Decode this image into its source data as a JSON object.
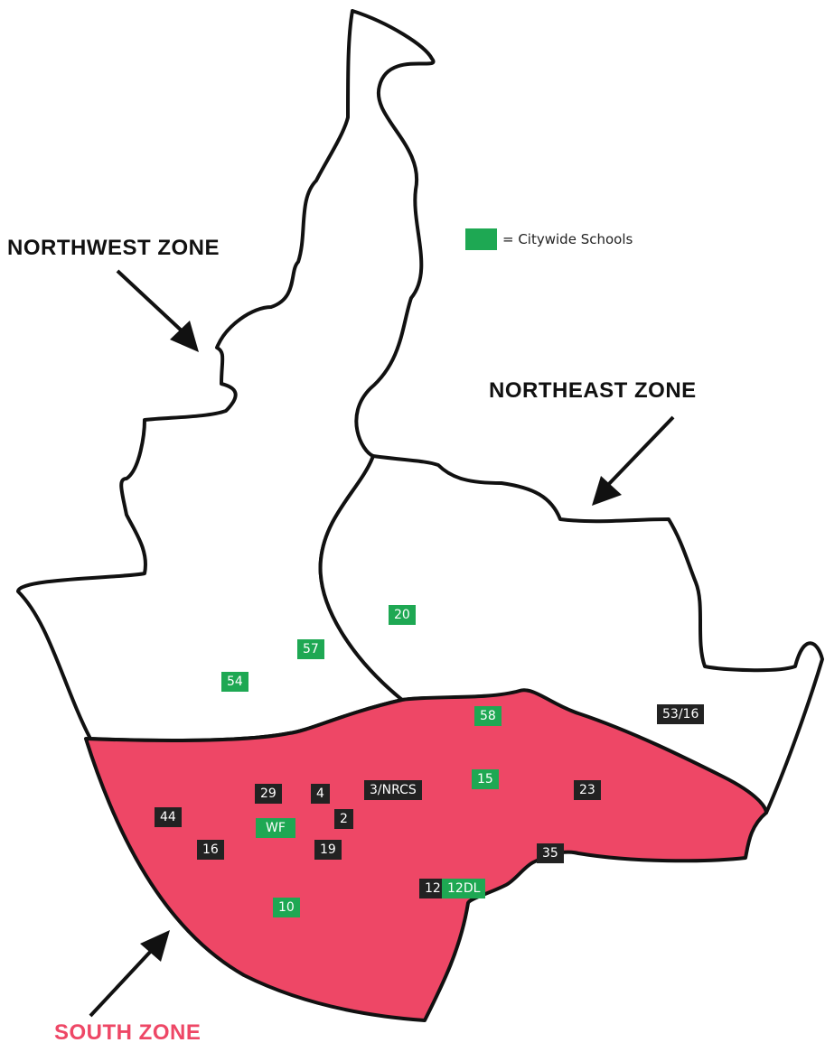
{
  "colors": {
    "citywide": "#1ea853",
    "zone_school": "#222222",
    "south_fill": "#ee4766",
    "south_label": "#ee4766",
    "zone_label": "#111111"
  },
  "zones": {
    "northwest": "NORTHWEST ZONE",
    "northeast": "NORTHEAST ZONE",
    "south": "SOUTH ZONE"
  },
  "legend": {
    "label": "= Citywide Schools",
    "swatch_color": "#1ea853"
  },
  "schools": [
    {
      "label": "20",
      "type": "citywide"
    },
    {
      "label": "57",
      "type": "citywide"
    },
    {
      "label": "54",
      "type": "citywide"
    },
    {
      "label": "58",
      "type": "citywide"
    },
    {
      "label": "53/16",
      "type": "zone"
    },
    {
      "label": "29",
      "type": "zone"
    },
    {
      "label": "4",
      "type": "zone"
    },
    {
      "label": "3/NRCS",
      "type": "zone"
    },
    {
      "label": "15",
      "type": "citywide"
    },
    {
      "label": "23",
      "type": "zone"
    },
    {
      "label": "44",
      "type": "zone"
    },
    {
      "label": "WF",
      "type": "citywide"
    },
    {
      "label": "2",
      "type": "zone"
    },
    {
      "label": "16",
      "type": "zone"
    },
    {
      "label": "19",
      "type": "zone"
    },
    {
      "label": "35",
      "type": "zone"
    },
    {
      "label": "12",
      "type": "zone"
    },
    {
      "label": "12DL",
      "type": "citywide"
    },
    {
      "label": "10",
      "type": "citywide"
    }
  ]
}
